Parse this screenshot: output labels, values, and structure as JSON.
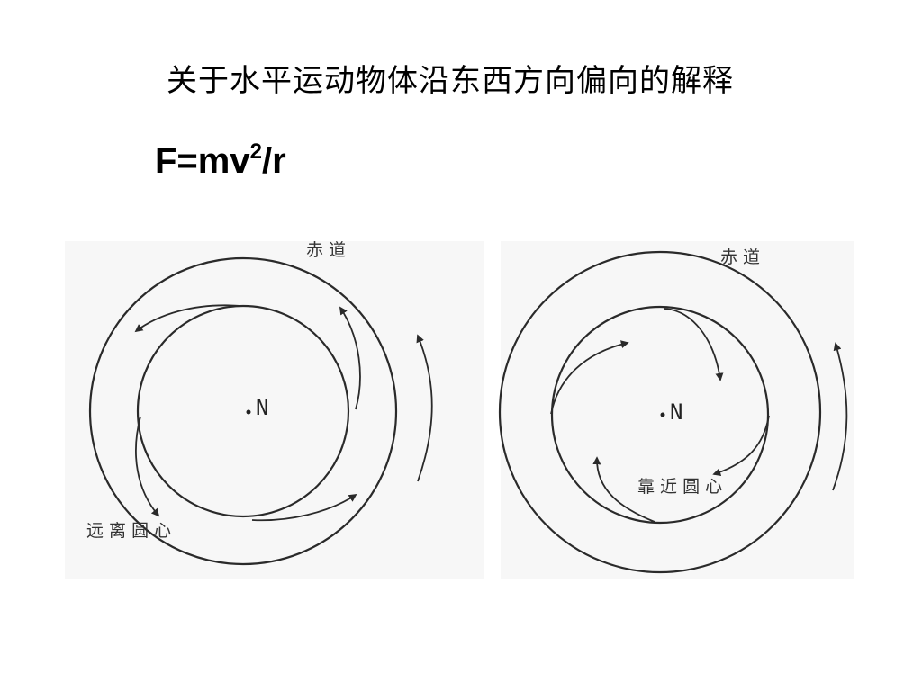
{
  "title": "关于水平运动物体沿东西方向偏向的解释",
  "formula": {
    "lhs": "F=mv",
    "exp": "2",
    "rhs": "/r"
  },
  "left_diagram": {
    "equator_label": "赤 道",
    "center_label": "N",
    "annotation": "远 离 圆 心"
  },
  "right_diagram": {
    "equator_label": "赤 道",
    "center_label": "N",
    "annotation": "靠 近 圆 心"
  },
  "colors": {
    "stroke": "#2a2a2a",
    "panel": "#f7f7f7",
    "text": "#000000"
  }
}
